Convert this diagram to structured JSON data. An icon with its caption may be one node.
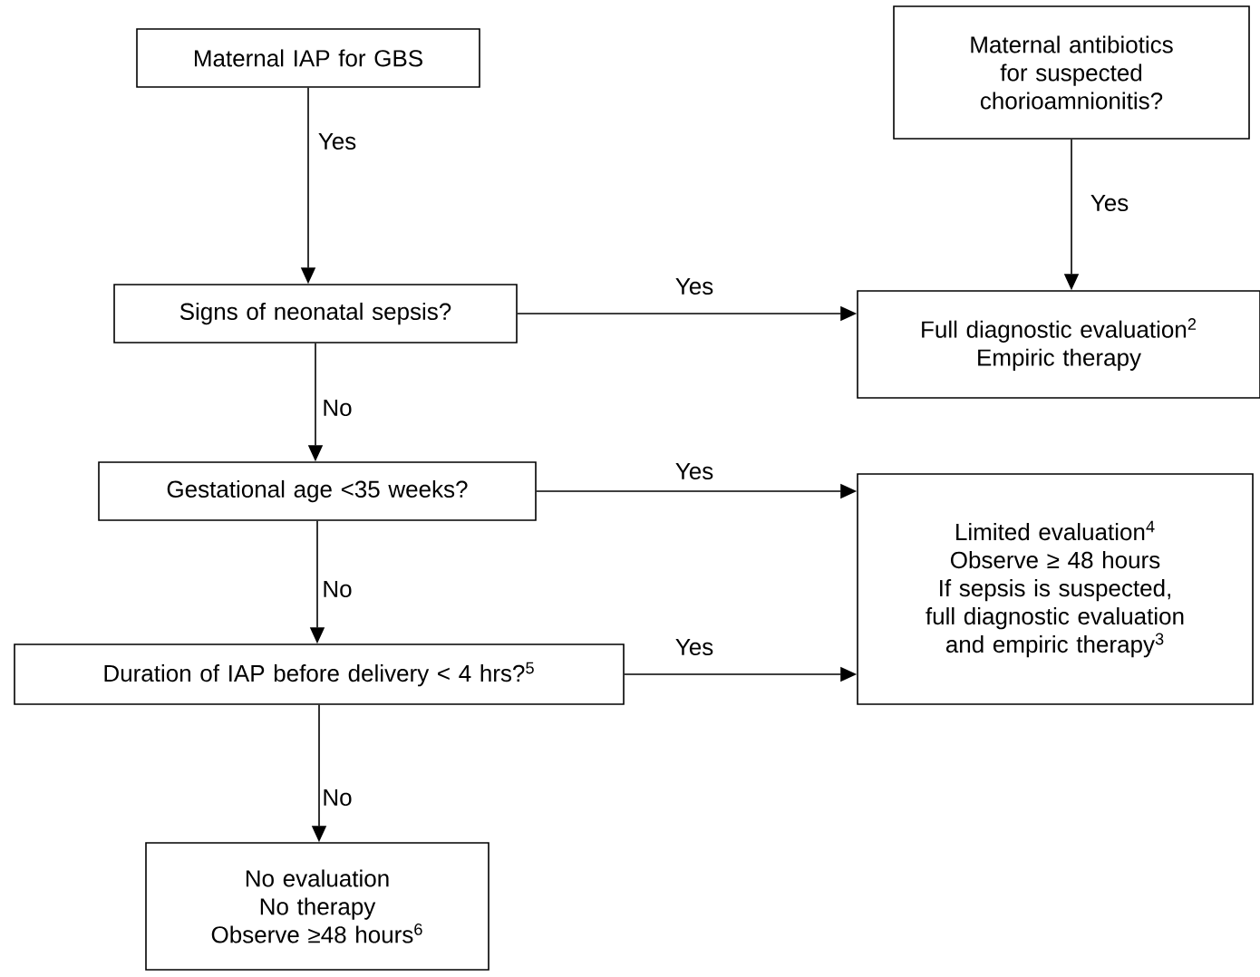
{
  "diagram": {
    "nodes": [
      {
        "text": [
          "Maternal IAP for GBS"
        ]
      },
      {
        "text": [
          "Maternal antibiotics for suspected chorioamnionitis?"
        ]
      },
      {
        "text": [
          "Signs of neonatal sepsis?"
        ]
      },
      {
        "text": [
          "Full diagnostic evaluation$^{2}$",
          "Empiric therapy"
        ]
      },
      {
        "text": [
          "Gestational age <35 weeks?"
        ]
      },
      {
        "text": [
          "Limited evaluation$^{4}$",
          "Observe ≥ 48 hours",
          "If sepsis is suspected, full diagnostic evaluation and empiric therapy$^{3}$"
        ]
      },
      {
        "text": [
          "Duration of IAP before delivery < 4 hrs?$^{5}$"
        ]
      },
      {
        "text": [
          "No evaluation",
          "No therapy",
          "Observe ≥48 hours$^{6}$"
        ]
      }
    ],
    "edges": [
      {
        "from": 0,
        "to": 2,
        "arrow": "to",
        "label": "Yes"
      },
      {
        "from": 1,
        "to": 3,
        "arrow": "to",
        "label": "Yes"
      },
      {
        "from": 2,
        "to": 3,
        "arrow": "to",
        "label": "Yes"
      },
      {
        "from": 2,
        "to": 4,
        "arrow": "to",
        "label": "No"
      },
      {
        "from": 4,
        "to": 5,
        "arrow": "to",
        "label": "Yes"
      },
      {
        "from": 4,
        "to": 6,
        "arrow": "to",
        "label": "No"
      },
      {
        "from": 6,
        "to": 5,
        "arrow": "to",
        "label": "Yes"
      },
      {
        "from": 6,
        "to": 7,
        "arrow": "to",
        "label": "No"
      }
    ]
  }
}
